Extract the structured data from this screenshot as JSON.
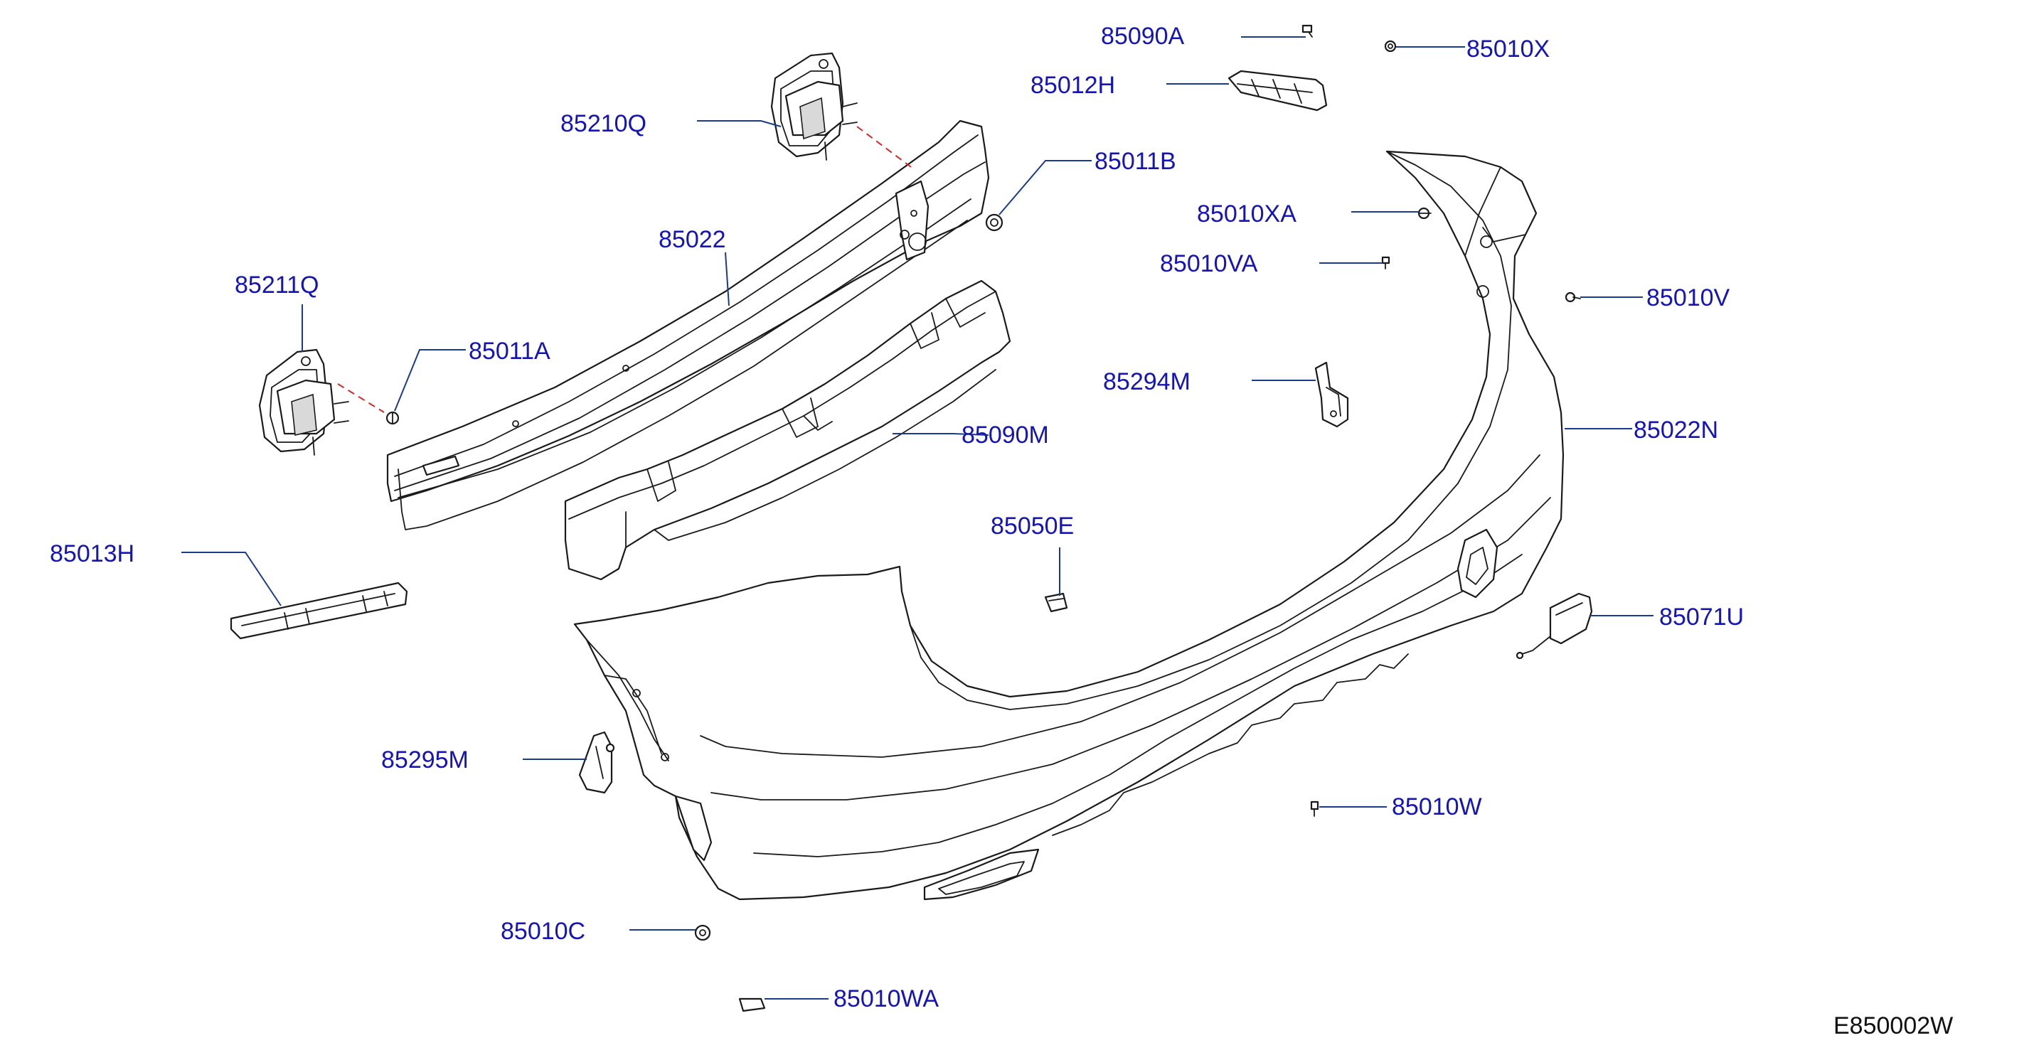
{
  "colors": {
    "label_blue": "#1515b5",
    "leader_blue": "#1a3a8a",
    "line_art": "#1a1a1a",
    "hidden_line_red": "#d12a2a"
  },
  "parts": [
    {
      "id": "p85090A",
      "label": "85090A"
    },
    {
      "id": "p85010X",
      "label": "85010X"
    },
    {
      "id": "p85012H",
      "label": "85012H"
    },
    {
      "id": "p85210Q",
      "label": "85210Q"
    },
    {
      "id": "p85011B",
      "label": "85011B"
    },
    {
      "id": "p85010XA",
      "label": "85010XA"
    },
    {
      "id": "p85022",
      "label": "85022"
    },
    {
      "id": "p85010VA",
      "label": "85010VA"
    },
    {
      "id": "p85211Q",
      "label": "85211Q"
    },
    {
      "id": "p85010V",
      "label": "85010V"
    },
    {
      "id": "p85011A",
      "label": "85011A"
    },
    {
      "id": "p85294M",
      "label": "85294M"
    },
    {
      "id": "p85022N",
      "label": "85022N"
    },
    {
      "id": "p85090M",
      "label": "85090M"
    },
    {
      "id": "p85050E",
      "label": "85050E"
    },
    {
      "id": "p85013H",
      "label": "85013H"
    },
    {
      "id": "p85071U",
      "label": "85071U"
    },
    {
      "id": "p85295M",
      "label": "85295M"
    },
    {
      "id": "p85010W",
      "label": "85010W"
    },
    {
      "id": "p85010C",
      "label": "85010C"
    },
    {
      "id": "p85010WA",
      "label": "85010WA"
    }
  ],
  "diagram_code": "E850002W"
}
